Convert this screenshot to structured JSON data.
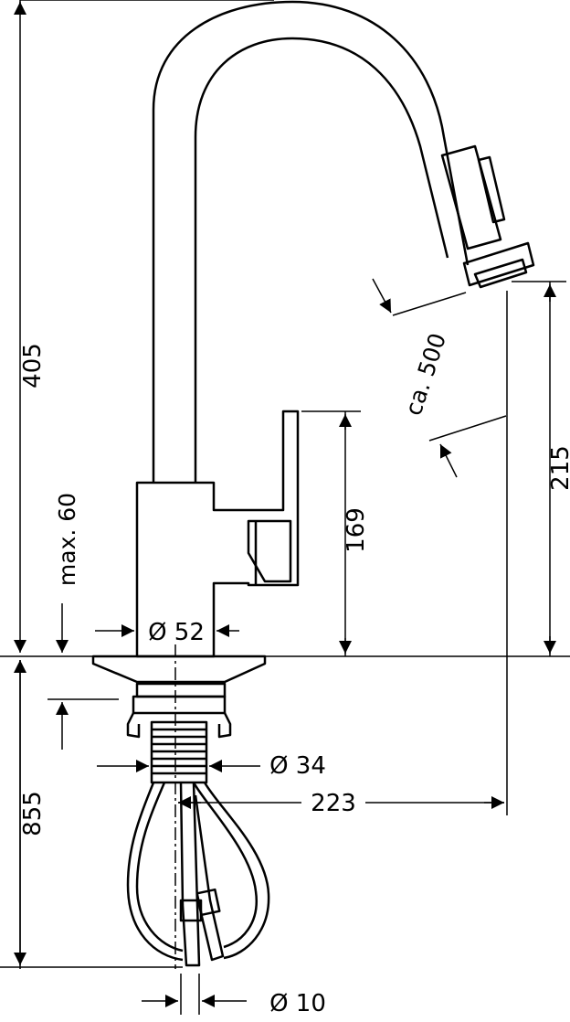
{
  "dimensions": {
    "d405": "405",
    "d215": "215",
    "d169": "169",
    "d855": "855",
    "d223": "223",
    "ca500": "ca. 500",
    "max60": "max. 60",
    "dia52": "Ø 52",
    "dia34": "Ø 34",
    "dia10": "Ø 10"
  }
}
